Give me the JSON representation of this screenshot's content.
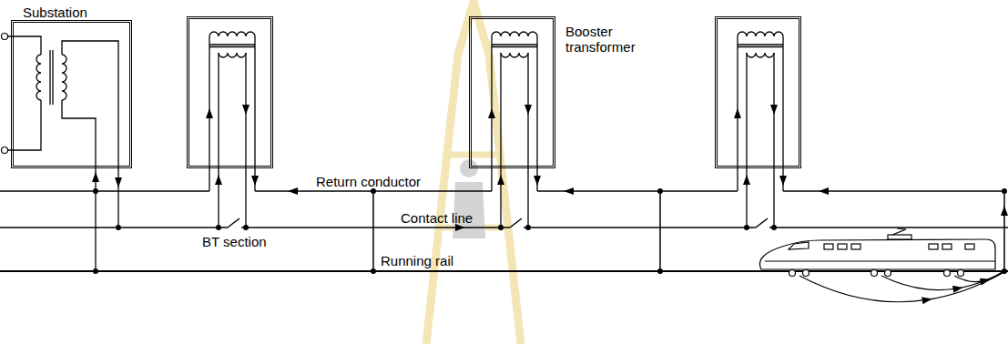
{
  "diagram": {
    "nodes": [
      {
        "text": [
          "Substation"
        ]
      },
      {
        "text": [
          "Booster transformer"
        ]
      }
    ],
    "labels": [
      "Return conductor",
      "Contact line",
      "BT section",
      "Running rail"
    ]
  }
}
